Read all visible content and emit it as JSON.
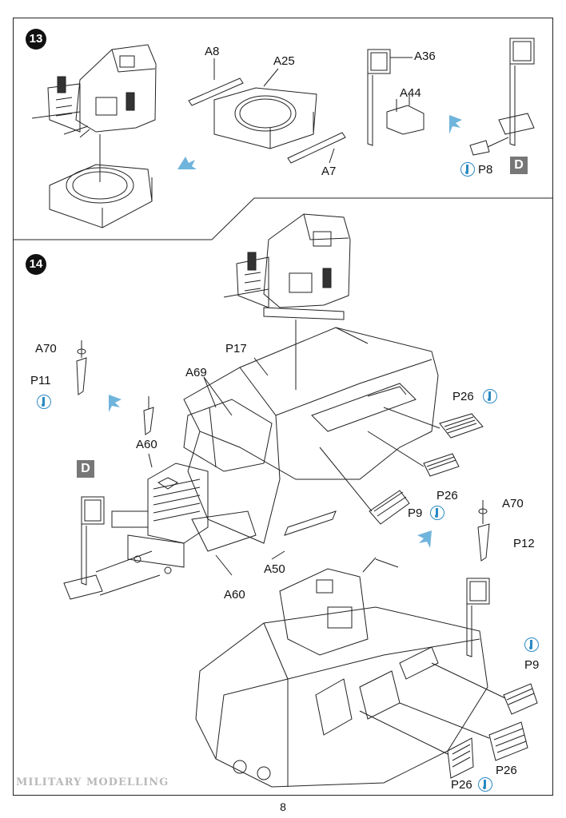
{
  "steps": {
    "s13": "13",
    "s14": "14"
  },
  "labels": {
    "a8": "A8",
    "a25": "A25",
    "a7": "A7",
    "a36": "A36",
    "a44": "A44",
    "p8": "P8",
    "d_top": "D",
    "a70_left": "A70",
    "p11": "P11",
    "p17": "P17",
    "a69": "A69",
    "a60_top": "A60",
    "d_left": "D",
    "p26_top": "P26",
    "p26_mid": "P26",
    "p9_mid": "P9",
    "a70_right": "A70",
    "p12": "P12",
    "a50": "A50",
    "a60_bottom": "A60",
    "p9_right": "P9",
    "p26_bl": "P26",
    "p26_br": "P26"
  },
  "footer": {
    "page_number": "8",
    "watermark": "MILITARY MODELLING"
  },
  "colors": {
    "line": "#222222",
    "arrow": "#6fb4dc",
    "icon": "#2a8ac4",
    "decal": "#777777"
  }
}
